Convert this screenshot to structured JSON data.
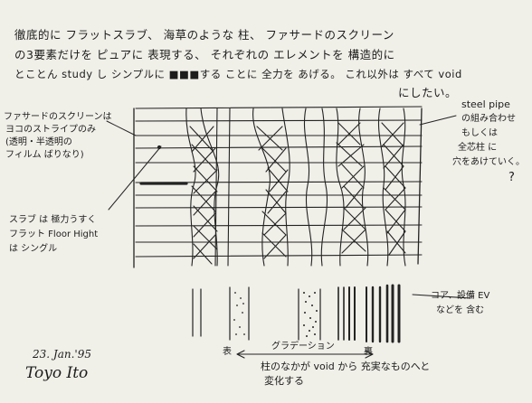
{
  "intro": {
    "line1": "徹底的に フラットスラブ、 海草のような 柱、 ファサードのスクリーン",
    "line2": "の3要素だけを ピュアに 表現する、 それぞれの エレメントを 構造的に",
    "line3": "とことん study し シンプルに ■■■する ことに 全力を あげる。 これ以外は すべて void",
    "line4": "にしたい。"
  },
  "notes": {
    "facade_1": "ファサードのスクリーンは",
    "facade_2": "ヨコのストライプのみ",
    "facade_3": "(透明・半透明の",
    "facade_4": "フィルム ばりなり)",
    "slab_1": "スラブ は 極力うすく",
    "slab_2": "フラット Floor Hight",
    "slab_3": "は シングル",
    "pipe_1": "steel pipe",
    "pipe_2": "の組み合わせ",
    "pipe_3": "もしくは",
    "pipe_4": "全芯柱 に",
    "pipe_5": "穴をあけていく。",
    "pipe_6": "?",
    "legend_1": "コア、設備 EV",
    "legend_2": "などを 含む",
    "gradation_left": "表",
    "gradation_mid": "グラデーション",
    "gradation_right": "裏",
    "gradation_text_1": "柱のなかが void から 充実なものへと",
    "gradation_text_2": "変化する"
  },
  "signature": {
    "date": "23. Jan.'95",
    "name": "Toyo Ito"
  }
}
